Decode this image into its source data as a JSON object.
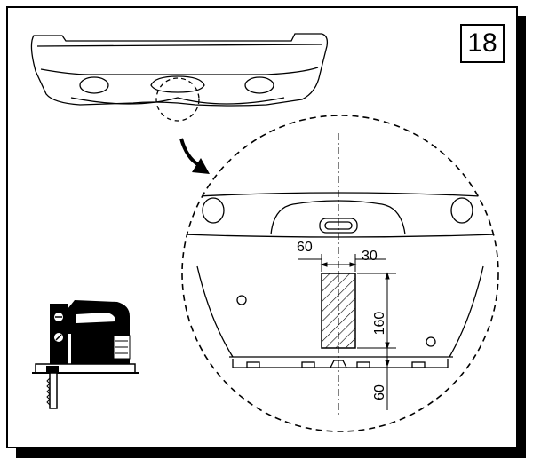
{
  "step": {
    "number": "18"
  },
  "dimensions": {
    "width_left": "60",
    "width_right": "30",
    "height": "160",
    "bottom_offset": "60"
  },
  "icons": {
    "jigsaw": "jigsaw-tool-icon",
    "arrow": "curved-arrow-icon"
  },
  "colors": {
    "line": "#000000",
    "background": "#ffffff"
  }
}
